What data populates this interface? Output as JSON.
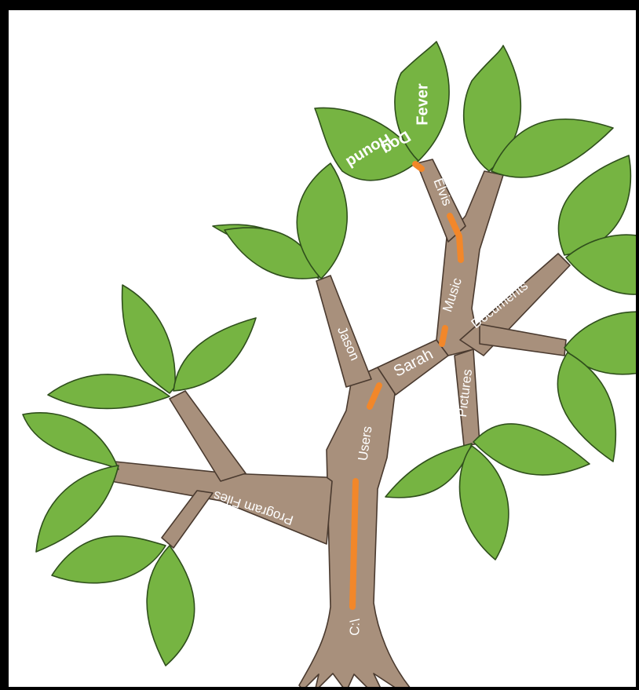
{
  "diagram": {
    "labels": {
      "root": "C:\\",
      "users": "Users",
      "program_files": "Program Files",
      "jason": "Jason",
      "sarah": "Sarah",
      "music": "Music",
      "documents": "Documents",
      "pictures": "Pictures",
      "elvis": "Elvis",
      "hound_dog": "Hound Dog",
      "hound": "Hound",
      "dog": "Dog",
      "fever": "Fever"
    },
    "colors": {
      "trunk": "#a8907c",
      "leaf": "#76b442",
      "path_highlight": "#f2872a",
      "frame": "#000000"
    }
  }
}
